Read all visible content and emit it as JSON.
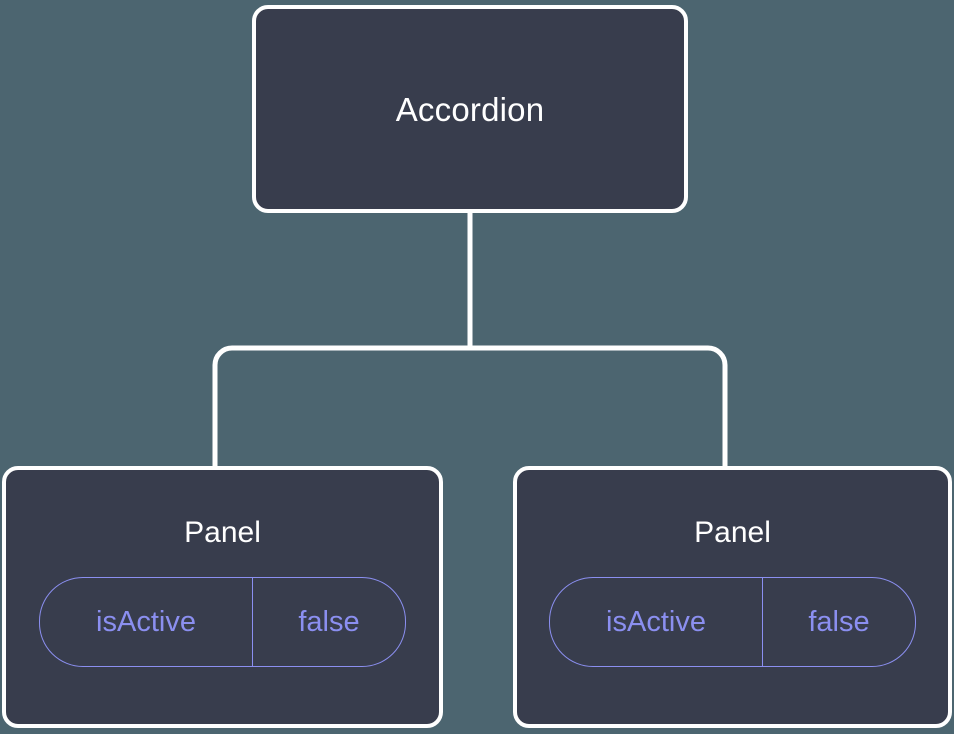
{
  "diagram": {
    "type": "component-tree",
    "background_color": "#4c6570",
    "node_fill_color": "#383d4d",
    "node_border_color": "#ffffff",
    "title_text_color": "#ffffff",
    "accent_color": "#8b8ff0",
    "edge_color": "#ffffff",
    "root": {
      "id": "accordion",
      "label": "Accordion"
    },
    "children": [
      {
        "id": "panel-left",
        "label": "Panel",
        "state": {
          "key": "isActive",
          "value": "false"
        }
      },
      {
        "id": "panel-right",
        "label": "Panel",
        "state": {
          "key": "isActive",
          "value": "false"
        }
      }
    ],
    "edges": [
      {
        "from": "accordion",
        "to": "panel-left"
      },
      {
        "from": "accordion",
        "to": "panel-right"
      }
    ]
  }
}
